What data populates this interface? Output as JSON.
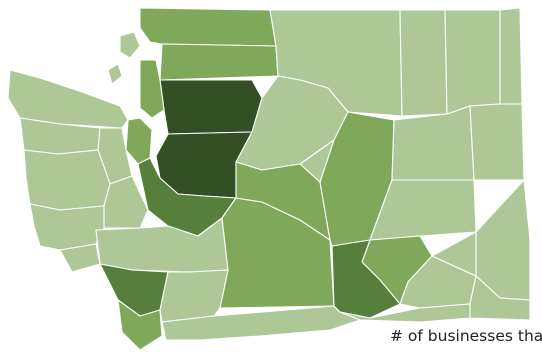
{
  "legend": {
    "title": "# of businesses that"
  },
  "colors": {
    "level_1": "#adc896",
    "level_2": "#7fa85b",
    "level_3": "#567f3c",
    "level_4": "#334f24",
    "background": "#ffffff",
    "border": "#ffffff"
  },
  "regions": [
    {
      "id": "r01",
      "level": 2
    },
    {
      "id": "r02",
      "level": 2
    },
    {
      "id": "r03",
      "level": 1
    },
    {
      "id": "r04",
      "level": 1
    },
    {
      "id": "r05",
      "level": 1
    },
    {
      "id": "r06",
      "level": 1
    },
    {
      "id": "r07",
      "level": 1
    },
    {
      "id": "r08",
      "level": 1
    },
    {
      "id": "r09",
      "level": 1
    },
    {
      "id": "r10",
      "level": 4
    },
    {
      "id": "r11",
      "level": 4
    },
    {
      "id": "r12",
      "level": 1
    },
    {
      "id": "r13",
      "level": 2
    },
    {
      "id": "r14",
      "level": 2
    },
    {
      "id": "r15",
      "level": 1
    },
    {
      "id": "r16",
      "level": 3
    },
    {
      "id": "r17",
      "level": 1
    },
    {
      "id": "r18",
      "level": 1
    },
    {
      "id": "r19",
      "level": 1
    },
    {
      "id": "r20",
      "level": 1
    },
    {
      "id": "r21",
      "level": 1
    },
    {
      "id": "r22",
      "level": 3
    },
    {
      "id": "r23",
      "level": 2
    },
    {
      "id": "r24",
      "level": 2
    },
    {
      "id": "r25",
      "level": 1
    },
    {
      "id": "r26",
      "level": 1
    },
    {
      "id": "r27",
      "level": 2
    },
    {
      "id": "r28",
      "level": 2
    },
    {
      "id": "r29",
      "level": 1
    },
    {
      "id": "r30",
      "level": 1
    },
    {
      "id": "r31",
      "level": 1
    },
    {
      "id": "r32",
      "level": 1
    },
    {
      "id": "r33",
      "level": 2
    },
    {
      "id": "r34",
      "level": 3
    },
    {
      "id": "r35",
      "level": 1
    },
    {
      "id": "r36",
      "level": 1
    },
    {
      "id": "r37",
      "level": 1
    },
    {
      "id": "r38",
      "level": 1
    },
    {
      "id": "r39",
      "level": 1
    }
  ]
}
